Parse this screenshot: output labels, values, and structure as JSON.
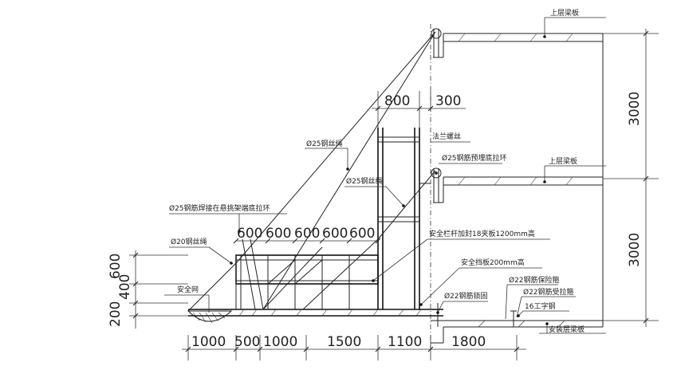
{
  "labels": {
    "upper_beam_top": "上层梁板",
    "upper_beam_mid": "上层梁板",
    "install_beam": "安装层梁板",
    "rope_25": "Ø25钢丝绳",
    "flange_bolt": "法兰螺丝",
    "rebar_pull_ring": "Ø25钢筋预埋底拉环",
    "rope_25_b": "Ø25钢丝绳",
    "rebar_weld_ring": "Ø25钢筋焊接在悬挑架端底拉环",
    "rope_20": "Ø20钢丝绳",
    "railing": "安全栏杆加封18夹板1200mm高",
    "toe_board": "安全挡板200mm高",
    "rebar_fix": "Ø22钢筋锁固",
    "rebar_protect": "Ø22钢筋保险箍",
    "rebar_pull": "Ø22钢筋受拉箍",
    "i_beam": "16工字钢",
    "safety_net": "安全网"
  },
  "dims": {
    "top_800": "800",
    "top_300": "300",
    "spacing": [
      "600",
      "600",
      "600",
      "600",
      "600"
    ],
    "bottom": [
      "1000",
      "500",
      "1000",
      "1500",
      "1100",
      "1800"
    ],
    "right_upper": "3000",
    "right_lower": "3000",
    "left_600": "600",
    "left_400": "400",
    "left_200": "200"
  }
}
